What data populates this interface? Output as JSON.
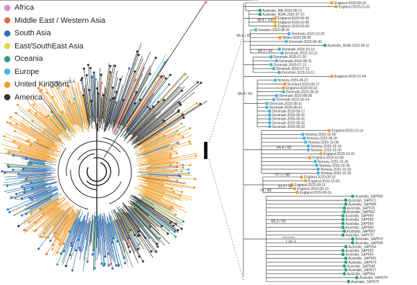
{
  "colors": {
    "Africa": "#d48fc7",
    "Middle East / Western Asia": "#e2703a",
    "South Asia": "#2f6fb5",
    "East/SouthEast Asia": "#e6d84b",
    "Oceania": "#2aa078",
    "Europe": "#4ab3e0",
    "United Kingdom": "#ef9d2e",
    "America": "#333333"
  },
  "legend": [
    {
      "label": "Africa"
    },
    {
      "label": "Middle East / Western Asia"
    },
    {
      "label": "South Asia"
    },
    {
      "label": "East/SouthEast Asia"
    },
    {
      "label": "Oceania"
    },
    {
      "label": "Europe"
    },
    {
      "label": "United Kingdom"
    },
    {
      "label": "America"
    }
  ],
  "circular_scale": "1.0E-4",
  "subtree_scale": "1.0E-4",
  "supports": [
    "98.8 / 100",
    "86.6 / 60",
    "89.2 / 94",
    "86.4 / 60",
    "94.4 / 98",
    "97.1 / 98",
    "93.9 / 99",
    "74 / 86",
    "98.3 / 99"
  ],
  "tips": [
    {
      "label": "England-2020-08-18",
      "region": "United Kingdom"
    },
    {
      "label": "England-2020-11-02",
      "region": "United Kingdom"
    },
    {
      "label": "Australia_WA-2020-08-11",
      "region": "Oceania"
    },
    {
      "label": "Australia_NSW-2020-07-01",
      "region": "Oceania"
    },
    {
      "label": "England-2020-09-30",
      "region": "United Kingdom"
    },
    {
      "label": "England-2020-10-05",
      "region": "United Kingdom"
    },
    {
      "label": "England-2020-09-30",
      "region": "United Kingdom"
    },
    {
      "label": "Sweden-2020-08-25",
      "region": "Europe"
    },
    {
      "label": "Denmark-2020-10-26",
      "region": "Europe"
    },
    {
      "label": "Wales-2020-08-30",
      "region": "United Kingdom"
    },
    {
      "label": "Denmark-2020-09-30",
      "region": "Europe"
    },
    {
      "label": "Australia_NSW-2020-09-11",
      "region": "Oceania"
    },
    {
      "label": "Denmark-2020-10-12",
      "region": "Europe"
    },
    {
      "label": "Denmark-2020-10-12",
      "region": "Europe"
    },
    {
      "label": "Denmark-2020-07-20",
      "region": "Europe"
    },
    {
      "label": "Denmark-2020-08-31",
      "region": "Europe"
    },
    {
      "label": "Denmark-2020-07-13",
      "region": "Europe"
    },
    {
      "label": "Denmark-2020-07-13",
      "region": "Europe"
    },
    {
      "label": "Denmark-2020-10-12",
      "region": "Europe"
    },
    {
      "label": "England-2020-10-24",
      "region": "United Kingdom"
    },
    {
      "label": "Norway-2020-08-07",
      "region": "Europe"
    },
    {
      "label": "Scotland-2020-08-17",
      "region": "United Kingdom"
    },
    {
      "label": "England-2020-09-10",
      "region": "United Kingdom"
    },
    {
      "label": "Denmark-2020-08-31",
      "region": "Europe"
    },
    {
      "label": "Denmark-2020-08-28",
      "region": "Europe"
    },
    {
      "label": "Denmark-2020-08-24",
      "region": "Europe"
    },
    {
      "label": "Denmark-2020-08-31",
      "region": "Europe"
    },
    {
      "label": "Denmark-2020-08-31",
      "region": "Europe"
    },
    {
      "label": "Denmark-2020-08-17",
      "region": "Europe"
    },
    {
      "label": "Denmark-2020-08-31",
      "region": "Europe"
    },
    {
      "label": "Denmark-2020-08-31",
      "region": "Europe"
    },
    {
      "label": "Denmark-2020-08-31",
      "region": "Europe"
    },
    {
      "label": "Denmark-2020-08-31",
      "region": "Europe"
    },
    {
      "label": "England-2020-10-14",
      "region": "United Kingdom"
    },
    {
      "label": "Norway-2020-10-06",
      "region": "Europe"
    },
    {
      "label": "Norway-2020-09-30",
      "region": "Europe"
    },
    {
      "label": "Norway-2020-10-06",
      "region": "Europe"
    },
    {
      "label": "Norway-2020-10-19",
      "region": "Europe"
    },
    {
      "label": "Norway-2020-10-05",
      "region": "Europe"
    },
    {
      "label": "England-2020-10-21",
      "region": "United Kingdom"
    },
    {
      "label": "England-2020-10-06",
      "region": "United Kingdom"
    },
    {
      "label": "Norway-2020-10-26",
      "region": "Europe"
    },
    {
      "label": "Norway-2020-10-30",
      "region": "Europe"
    },
    {
      "label": "Norway-2020-10-26",
      "region": "Europe"
    },
    {
      "label": "Norway-2020-10-26",
      "region": "Europe"
    },
    {
      "label": "England-2020-09-10",
      "region": "United Kingdom"
    },
    {
      "label": "England-2020-10-05",
      "region": "United Kingdom"
    },
    {
      "label": "England-2020-08-11",
      "region": "United Kingdom"
    },
    {
      "label": "England-2020-08-10",
      "region": "United Kingdom"
    },
    {
      "label": "England-2020-08-19",
      "region": "United Kingdom"
    },
    {
      "label": "Australia_SAP566",
      "region": "Oceania",
      "italic": true
    },
    {
      "label": "Australia_SAP571",
      "region": "Oceania",
      "italic": true
    },
    {
      "label": "Australia_SAP565",
      "region": "Oceania",
      "italic": true
    },
    {
      "label": "Australia_SAP576",
      "region": "Oceania",
      "italic": true
    },
    {
      "label": "Australia_SAP562",
      "region": "Oceania",
      "italic": true
    },
    {
      "label": "Australia_SAP559",
      "region": "Oceania",
      "italic": true
    },
    {
      "label": "Australia_SAP558",
      "region": "Oceania",
      "italic": true
    },
    {
      "label": "Australia_SAP556",
      "region": "Oceania",
      "italic": true
    },
    {
      "label": "Australia_SAP560",
      "region": "Oceania",
      "italic": true
    },
    {
      "label": "Australia_SAP563",
      "region": "Oceania",
      "italic": true
    },
    {
      "label": "Australia_SAP570",
      "region": "Oceania",
      "italic": true
    },
    {
      "label": "Australia_SAP572",
      "region": "Oceania",
      "italic": true
    },
    {
      "label": "Australia_SAP536",
      "region": "Oceania",
      "italic": true
    },
    {
      "label": "Australia_SAP554",
      "region": "Oceania",
      "italic": true
    },
    {
      "label": "Australia_SAP553",
      "region": "Oceania",
      "italic": true
    },
    {
      "label": "Australia_SAP569",
      "region": "Oceania",
      "italic": true
    },
    {
      "label": "Australia_SAP561",
      "region": "Oceania",
      "italic": true
    },
    {
      "label": "Australia_SAP573",
      "region": "Oceania",
      "italic": true
    },
    {
      "label": "Australia_SAP548",
      "region": "Oceania",
      "italic": true
    },
    {
      "label": "Australia_SAP577",
      "region": "Oceania",
      "italic": true
    },
    {
      "label": "Australia_SAP564",
      "region": "Oceania",
      "italic": true
    },
    {
      "label": "Australia_SAP574",
      "region": "Oceania",
      "italic": true
    },
    {
      "label": "Australia_SAP575",
      "region": "Oceania",
      "italic": true
    }
  ]
}
